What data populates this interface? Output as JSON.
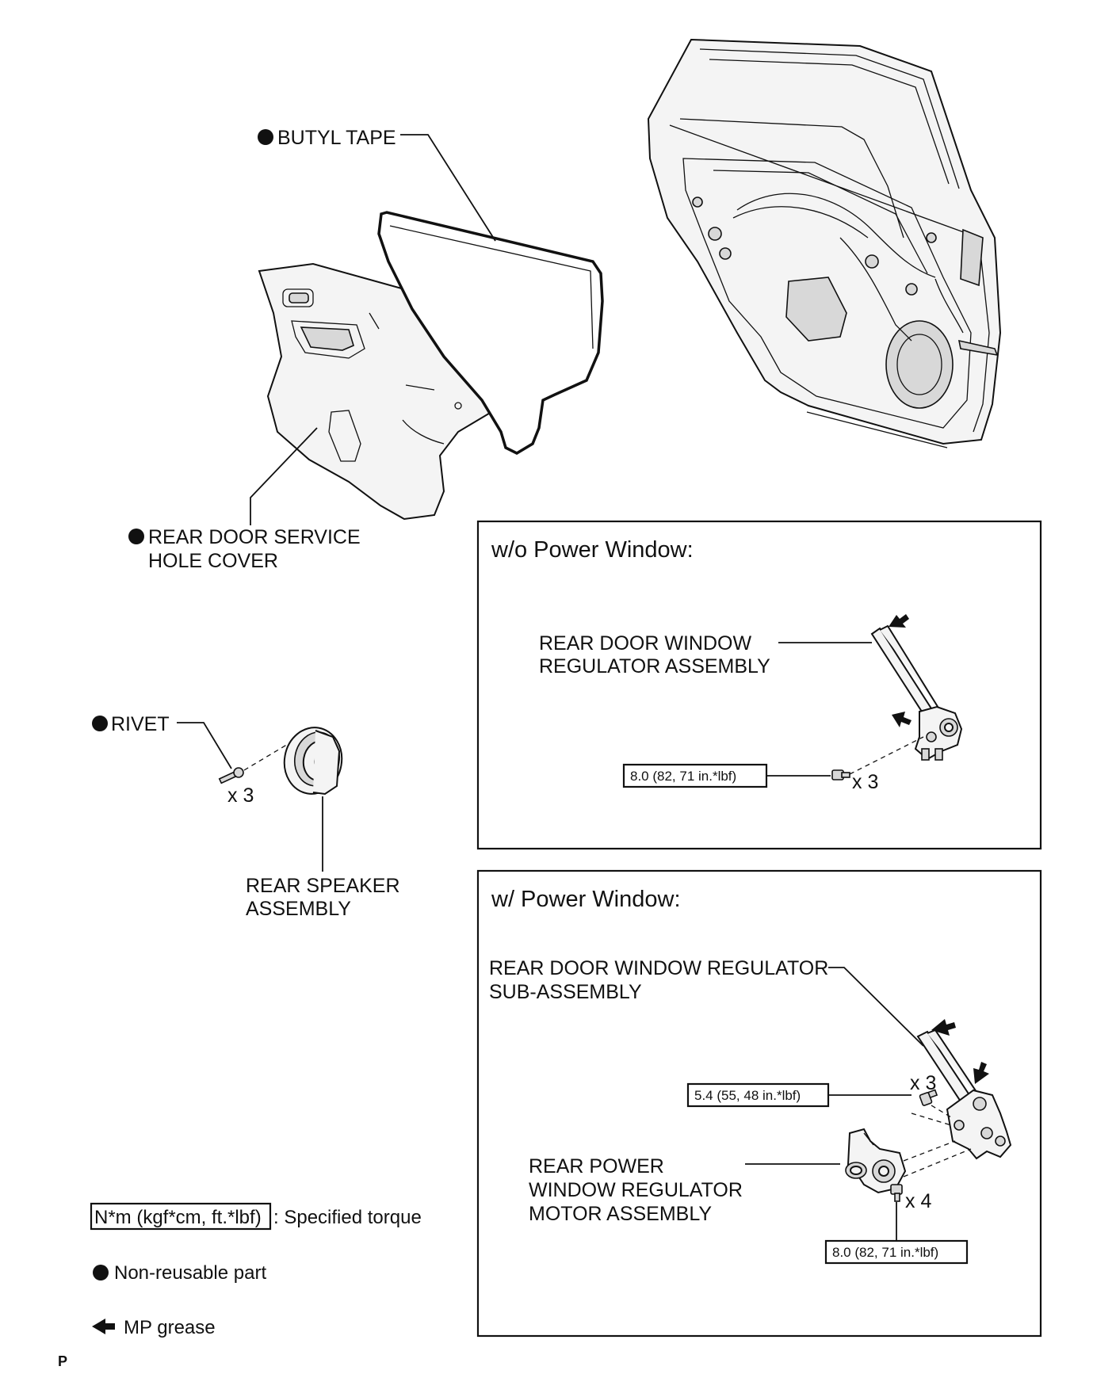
{
  "labels": {
    "butyl_tape": "BUTYL TAPE",
    "service_cover_line1": "REAR DOOR SERVICE",
    "service_cover_line2": "HOLE COVER",
    "rivet": "RIVET",
    "rivet_qty": "x 3",
    "speaker_line1": "REAR SPEAKER",
    "speaker_line2": "ASSEMBLY"
  },
  "panel_without_power": {
    "title": "w/o Power Window:",
    "regulator_line1": "REAR DOOR WINDOW",
    "regulator_line2": "REGULATOR ASSEMBLY",
    "torque": "8.0 (82, 71 in.*lbf)",
    "bolt_qty": "x 3"
  },
  "panel_with_power": {
    "title": "w/ Power Window:",
    "regulator_line1": "REAR DOOR WINDOW REGULATOR",
    "regulator_line2": "SUB-ASSEMBLY",
    "torque_upper": "5.4 (55, 48 in.*lbf)",
    "upper_qty": "x 3",
    "motor_line1": "REAR POWER",
    "motor_line2": "WINDOW REGULATOR",
    "motor_line3": "MOTOR ASSEMBLY",
    "lower_qty": "x 4",
    "torque_lower": "8.0 (82, 71 in.*lbf)"
  },
  "legend": {
    "torque_key": "N*m (kgf*cm, ft.*lbf)",
    "torque_desc": ": Specified torque",
    "non_reusable": "Non-reusable part",
    "mp_grease": "MP grease"
  },
  "page_mark": "P"
}
